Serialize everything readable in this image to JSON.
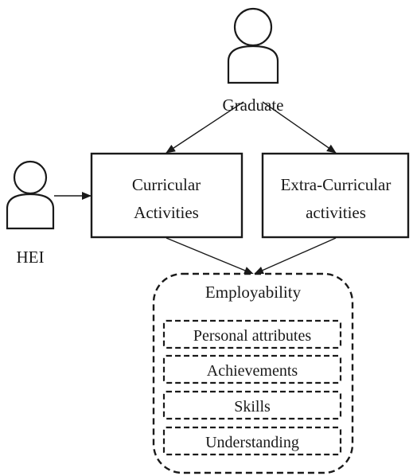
{
  "actors": {
    "graduate": {
      "label": "Graduate"
    },
    "hei": {
      "label": "HEI"
    }
  },
  "boxes": {
    "curricular": {
      "line1": "Curricular",
      "line2": "Activities"
    },
    "extra": {
      "line1": "Extra-Curricular",
      "line2": "activities"
    }
  },
  "employability": {
    "title": "Employability",
    "items": [
      "Personal attributes",
      "Achievements",
      "Skills",
      "Understanding"
    ]
  },
  "colors": {
    "stroke": "#1a1a1a",
    "background": "#ffffff"
  },
  "icons": {
    "actor": "person-icon",
    "arrow": "arrowhead"
  }
}
